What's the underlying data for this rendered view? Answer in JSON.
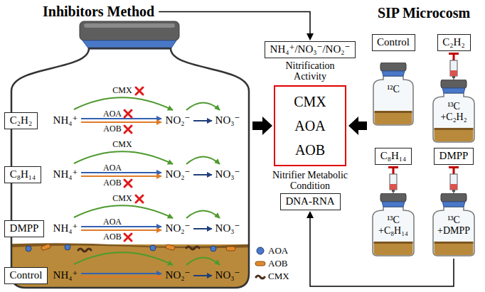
{
  "diagram": {
    "nodes": [
      {
        "text": [
          "Inhibitors Method"
        ]
      },
      {
        "text": [
          "C₂H₂"
        ],
        "in": 0
      },
      {
        "text": [
          "C₈H₁₄"
        ],
        "in": 0
      },
      {
        "text": [
          "DMPP"
        ],
        "in": 0
      },
      {
        "text": [
          "Control"
        ],
        "in": 0
      },
      {
        "text": [
          "NH₄⁺/NO₃⁻/NO₂⁻"
        ]
      },
      {
        "text": [
          "CMX",
          "AOA",
          "AOB"
        ]
      },
      {
        "text": [
          "DNA-RNA"
        ]
      },
      {
        "text": [
          "Control"
        ]
      },
      {
        "text": [
          "C₂H₂"
        ]
      },
      {
        "text": [
          "¹²C"
        ]
      },
      {
        "text": [
          "¹³C +C₂H₂"
        ]
      },
      {
        "text": [
          "C₈H₁₄"
        ]
      },
      {
        "text": [
          "DMPP"
        ]
      },
      {
        "text": [
          "¹³C +C₈H₁₄"
        ]
      },
      {
        "text": [
          "¹³C +DMPP"
        ]
      }
    ],
    "edges": [
      {
        "from": 0,
        "to": 5,
        "arrow": "to"
      },
      {
        "from": 0,
        "to": 6,
        "arrow": "to"
      },
      {
        "from": 15,
        "to": 7,
        "arrow": "to"
      }
    ],
    "labels": [
      "NH₄⁺",
      "NO₂⁻",
      "NO₃⁻",
      "CMX",
      "AOA",
      "AOB",
      "NH₄⁺",
      "NO₂⁻",
      "NO₃⁻",
      "CMX",
      "AOA",
      "AOB",
      "NH₄⁺",
      "NO₂⁻",
      "NO₃⁻",
      "CMX",
      "AOA",
      "AOB",
      "NH₄⁺",
      "NO₂⁻",
      "NO₃⁻",
      "Nitrification Activity",
      "Nitrifier Metabolic Condition",
      "SIP Microcosm"
    ],
    "legend": [
      {
        "text": "AOA"
      },
      {
        "text": "AOB"
      },
      {
        "text": "CMX"
      }
    ]
  }
}
